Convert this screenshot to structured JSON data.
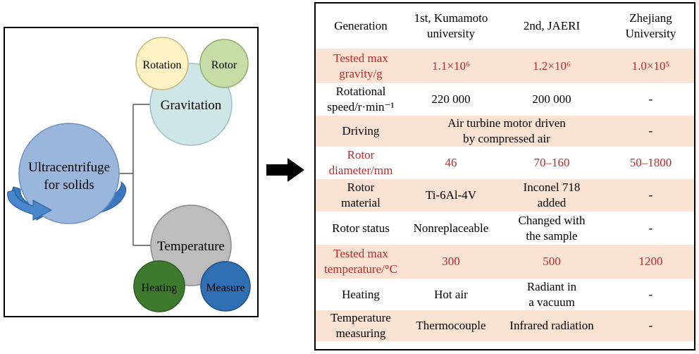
{
  "diagram": {
    "center": "Ultracentrifuge\nfor solids",
    "gravitation": {
      "label": "Gravitation",
      "children": [
        "Rotation",
        "Rotor"
      ]
    },
    "temperature": {
      "label": "Temperature",
      "children": [
        "Heating",
        "Measure"
      ]
    },
    "colors": {
      "center": "#9ab6dc",
      "gravitation": "#cfe6e9",
      "rotation": "#fff2c4",
      "rotor": "#c8dca7",
      "temperature": "#bdbdbd",
      "heating": "#3d7a2e",
      "measure": "#2f6fb4",
      "swirl_arrow": "#3a78c2"
    }
  },
  "table": {
    "headers": [
      "Generation",
      "1st, Kumamoto\nuniversity",
      "2nd, JAERI",
      "Zhejiang\nUniversity"
    ],
    "rows": [
      {
        "shade": true,
        "red": true,
        "cells": [
          "Tested max\ngravity/g",
          "1.1×10⁶",
          "1.2×10⁶",
          "1.0×10⁵"
        ]
      },
      {
        "shade": false,
        "red": false,
        "cells": [
          "Rotational\nspeed/r·min⁻¹",
          "220 000",
          "200 000",
          "-"
        ]
      },
      {
        "shade": true,
        "red": false,
        "merged": true,
        "cells": [
          "Driving",
          "Air turbine motor driven\nby compressed air",
          "-"
        ]
      },
      {
        "shade": false,
        "red": true,
        "cells": [
          "Rotor\ndiameter/mm",
          "46",
          "70–160",
          "50–1800"
        ]
      },
      {
        "shade": true,
        "red": false,
        "cells": [
          "Rotor\nmaterial",
          "Ti-6Al-4V",
          "Inconel 718\nadded",
          "-"
        ]
      },
      {
        "shade": false,
        "red": false,
        "cells": [
          "Rotor status",
          "Nonreplaceable",
          "Changed with\nthe sample",
          "-"
        ]
      },
      {
        "shade": true,
        "red": true,
        "cells": [
          "Tested max\ntemperature/°C",
          "300",
          "500",
          "1200"
        ]
      },
      {
        "shade": false,
        "red": false,
        "cells": [
          "Heating",
          "Hot air",
          "Radiant in\na vacuum",
          "-"
        ]
      },
      {
        "shade": true,
        "red": false,
        "cells": [
          "Temperature\nmeasuring",
          "Thermocouple",
          "Infrared radiation",
          "-"
        ]
      }
    ],
    "colors": {
      "shade": "#fbe3d4",
      "red_text": "#c0282a"
    }
  }
}
